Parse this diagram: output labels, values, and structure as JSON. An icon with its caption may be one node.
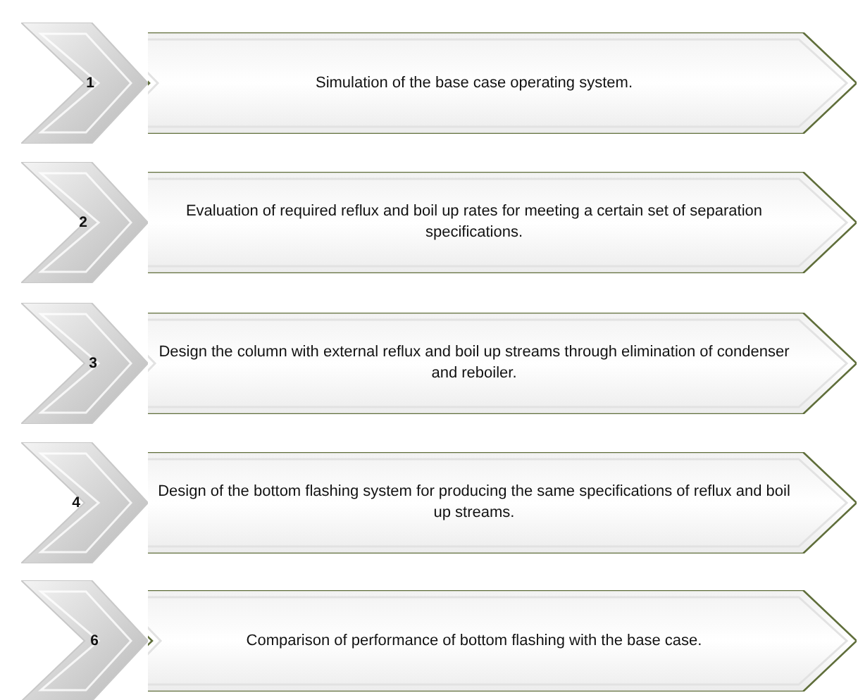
{
  "diagram": {
    "nodes": [
      {
        "text": [
          "1"
        ]
      },
      {
        "text": [
          "Simulation of the base case operating system."
        ]
      },
      {
        "text": [
          "2"
        ]
      },
      {
        "text": [
          "Evaluation of  required reflux and boil up rates for meeting a certain set of separation specifications."
        ]
      },
      {
        "text": [
          "3"
        ]
      },
      {
        "text": [
          "Design the column with external reflux and boil up streams through elimination of condenser and reboiler."
        ]
      },
      {
        "text": [
          "4"
        ]
      },
      {
        "text": [
          "Design of the bottom flashing system for producing the same specifications of reflux and boil up streams."
        ]
      },
      {
        "text": [
          "6"
        ]
      },
      {
        "text": [
          "Comparison of performance of bottom flashing with the base case."
        ]
      }
    ]
  }
}
